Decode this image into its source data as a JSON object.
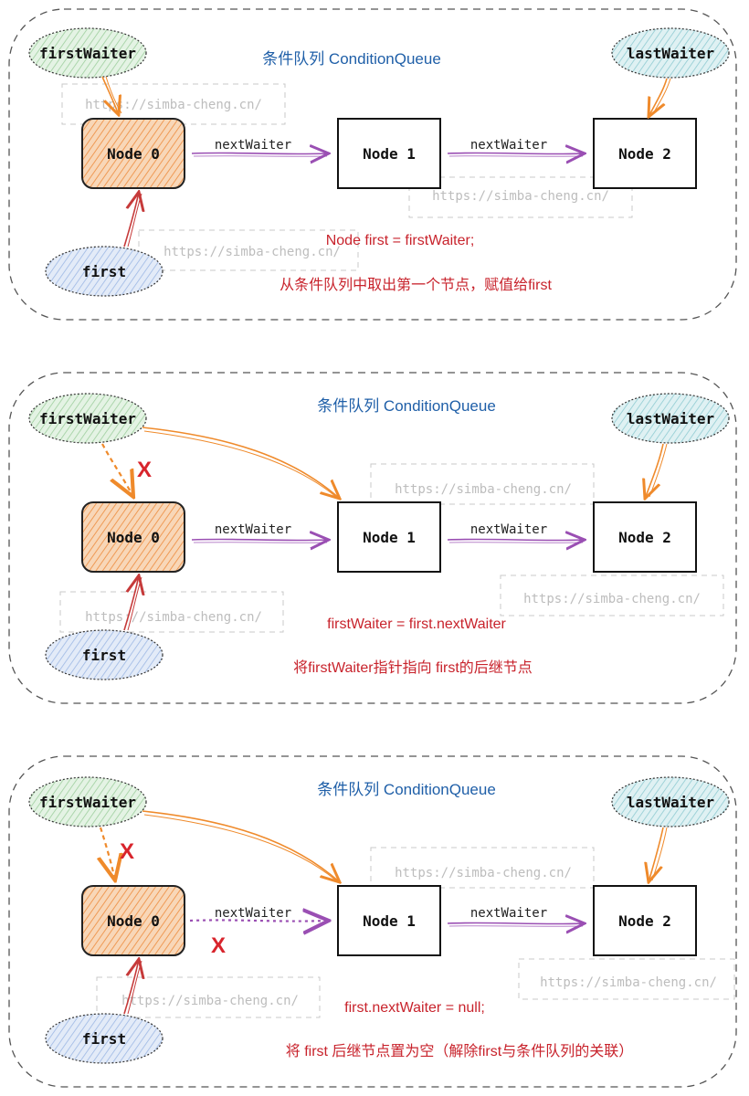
{
  "colors": {
    "orange_node": "#f4c49d",
    "green_ptr": "#cfe8cf",
    "teal_ptr": "#c6e6ea",
    "blue_ptr": "#c9d9f2",
    "purple_arrow": "#9a4fb3",
    "orange_arrow": "#ef8a2b",
    "red_arrow": "#c63a3a",
    "title_blue": "#1f5fa8",
    "caption_red": "#c8232c"
  },
  "watermark": "https://simba-cheng.cn/",
  "panels": [
    {
      "title": "条件队列 ConditionQueue",
      "pointers": {
        "first_waiter": "firstWaiter",
        "last_waiter": "lastWaiter",
        "first": "first"
      },
      "nodes": [
        "Node 0",
        "Node 1",
        "Node 2"
      ],
      "edge_labels": [
        "nextWaiter",
        "nextWaiter"
      ],
      "code": "Node first = firstWaiter;",
      "description": "从条件队列中取出第一个节点，赋值给first",
      "x_marks": []
    },
    {
      "title": "条件队列 ConditionQueue",
      "pointers": {
        "first_waiter": "firstWaiter",
        "last_waiter": "lastWaiter",
        "first": "first"
      },
      "nodes": [
        "Node 0",
        "Node 1",
        "Node 2"
      ],
      "edge_labels": [
        "nextWaiter",
        "nextWaiter"
      ],
      "code": "firstWaiter = first.nextWaiter",
      "description": "将firstWaiter指针指向 first的后继节点",
      "x_marks": [
        "X"
      ]
    },
    {
      "title": "条件队列 ConditionQueue",
      "pointers": {
        "first_waiter": "firstWaiter",
        "last_waiter": "lastWaiter",
        "first": "first"
      },
      "nodes": [
        "Node 0",
        "Node 1",
        "Node 2"
      ],
      "edge_labels": [
        "nextWaiter",
        "nextWaiter"
      ],
      "code": "first.nextWaiter = null;",
      "description": "将 first 后继节点置为空（解除first与条件队列的关联）",
      "x_marks": [
        "X",
        "X"
      ]
    }
  ]
}
